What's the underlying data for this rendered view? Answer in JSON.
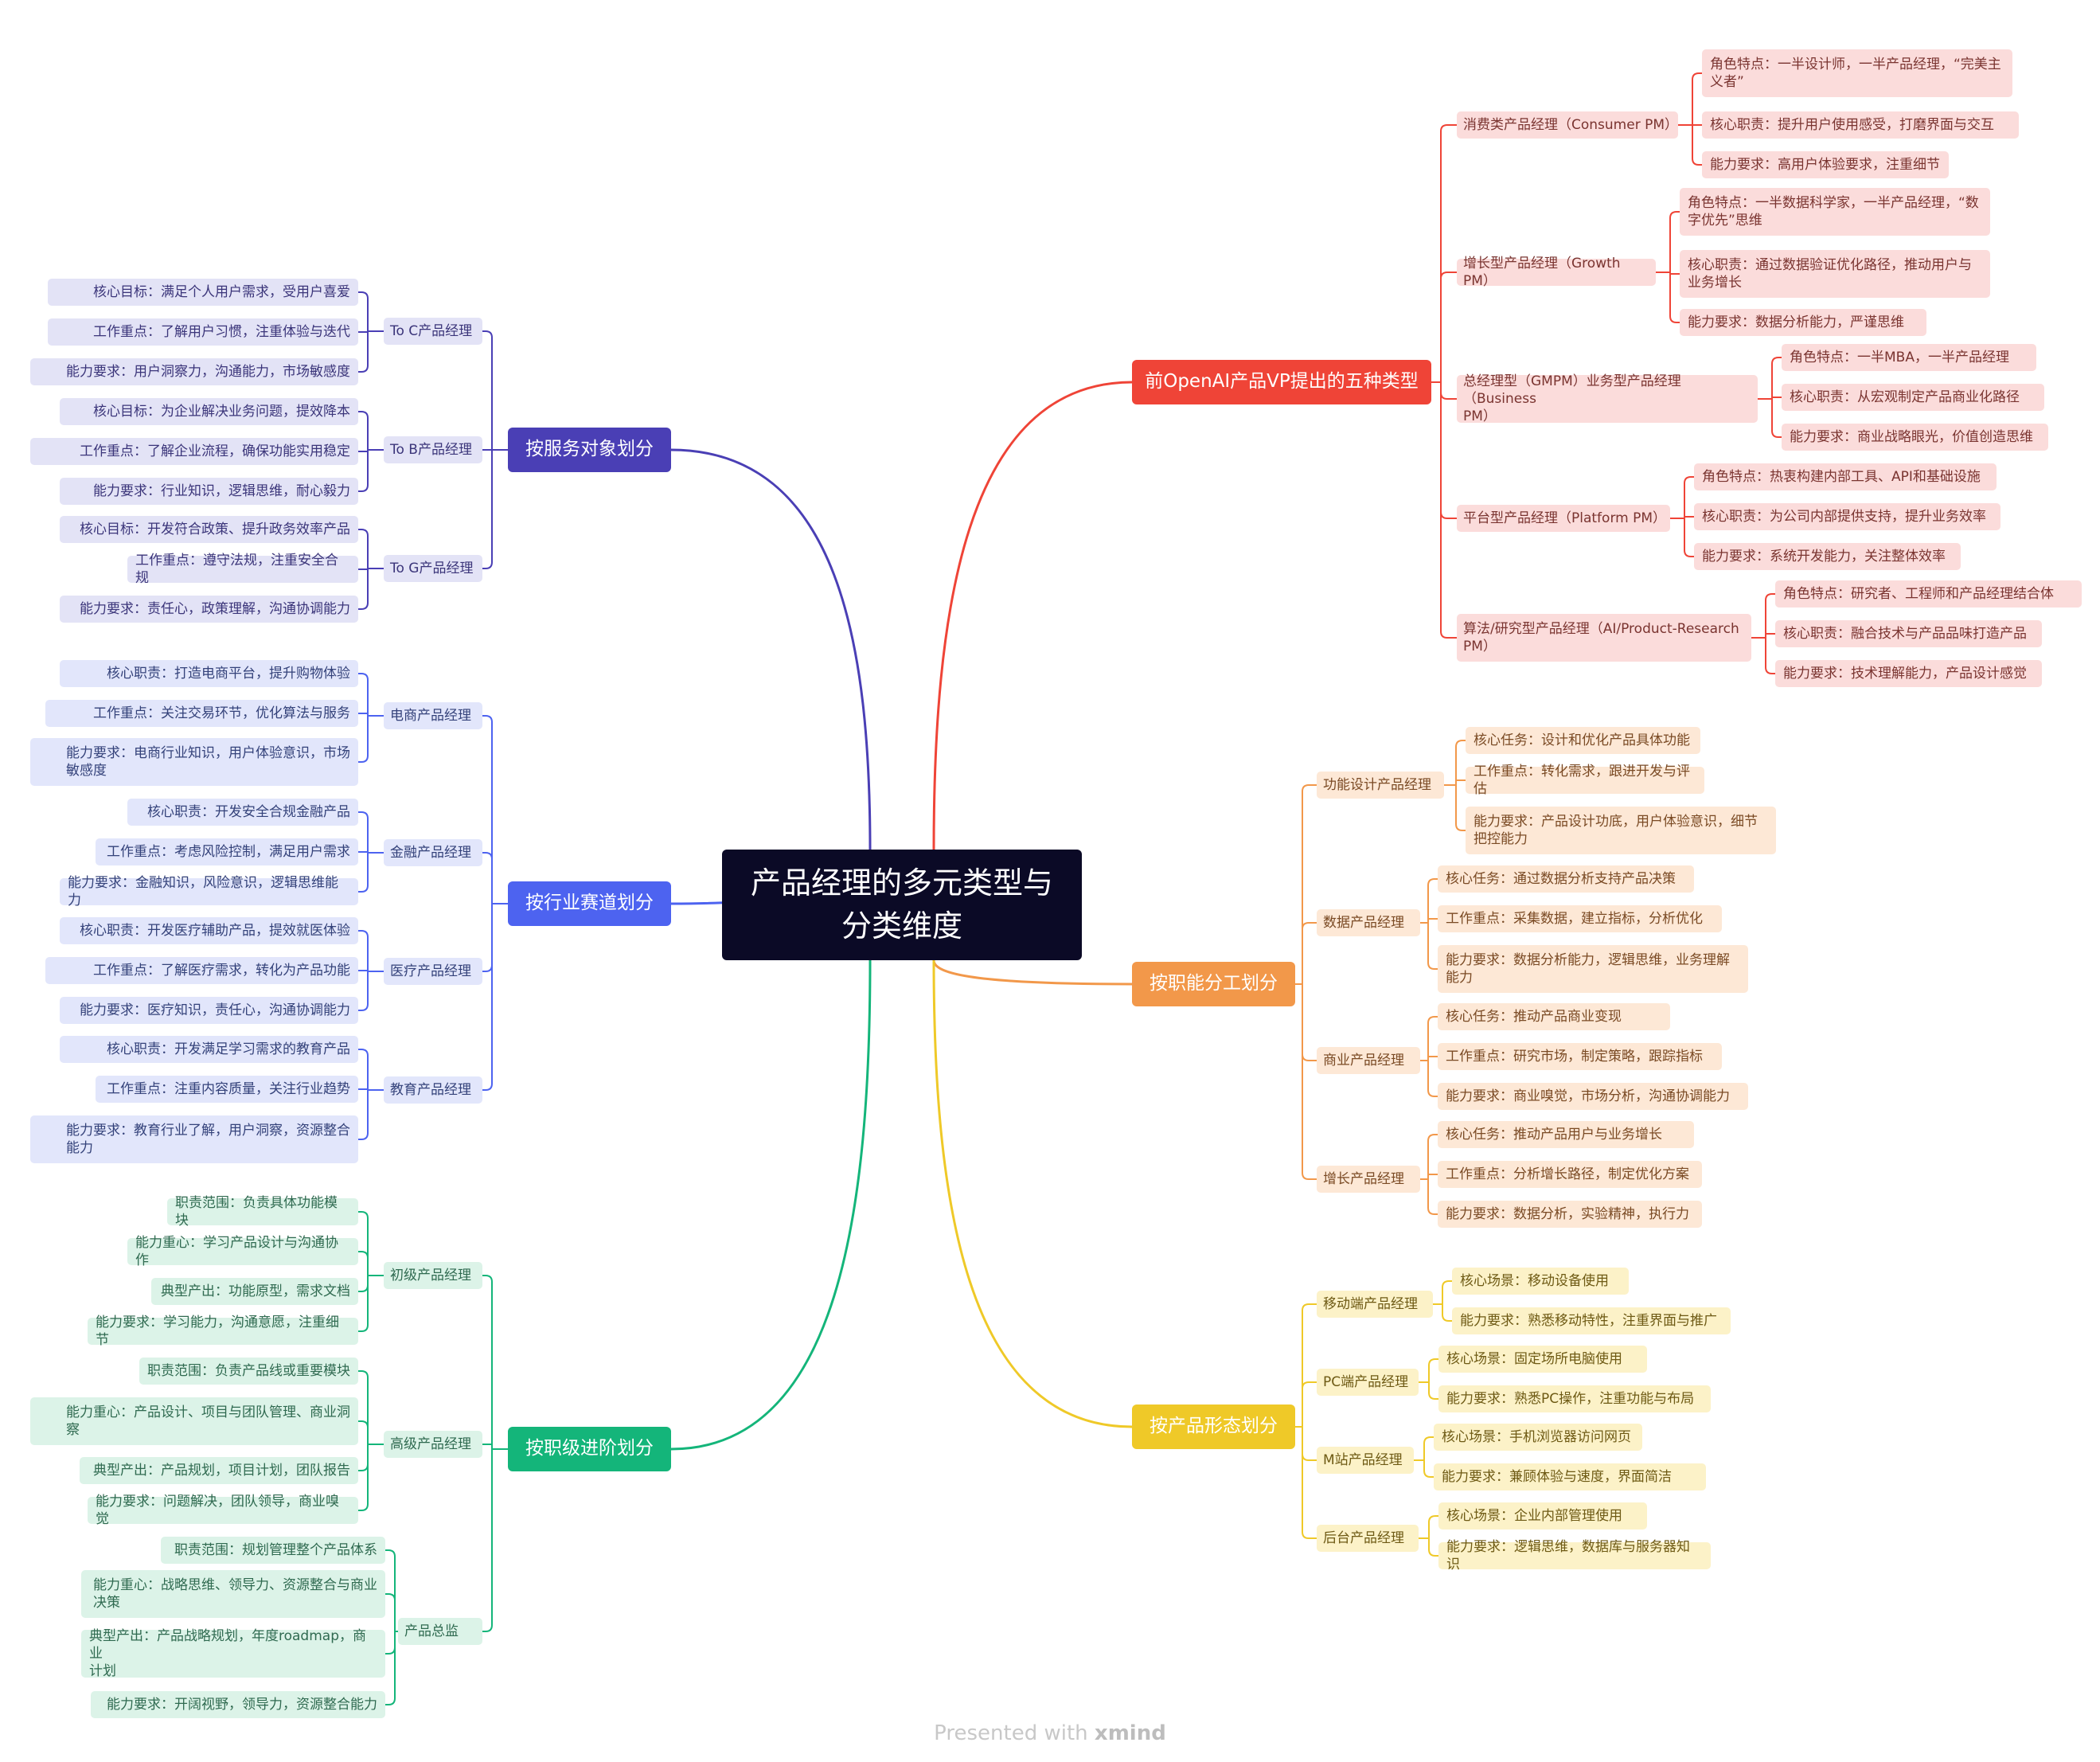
{
  "center": {
    "title": "产品经理的多元类型与分类维度"
  },
  "footer": {
    "text": "Presented with",
    "brand": "xmind"
  },
  "colors": {
    "purple": "#4a3fb5",
    "blue": "#4d63f0",
    "green": "#14b57a",
    "red": "#ef4437",
    "orange": "#f2984a",
    "yellow": "#efc928",
    "center": "#0b0a26"
  },
  "branches": [
    {
      "label": "按服务对象划分",
      "color": "#4a3fb5",
      "light": "#e3e3f6",
      "text": "#3b357a",
      "groups": [
        {
          "label": "To C产品经理",
          "items": [
            "核心目标：满足个人用户需求，受用户喜爱",
            "工作重点：了解用户习惯，注重体验与迭代",
            "能力要求：用户洞察力，沟通能力，市场敏感度"
          ]
        },
        {
          "label": "To B产品经理",
          "items": [
            "核心目标：为企业解决业务问题，提效降本",
            "工作重点：了解企业流程，确保功能实用稳定",
            "能力要求：行业知识，逻辑思维，耐心毅力"
          ]
        },
        {
          "label": "To G产品经理",
          "items": [
            "核心目标：开发符合政策、提升政务效率产品",
            "工作重点：遵守法规，注重安全合规",
            "能力要求：责任心，政策理解，沟通协调能力"
          ]
        }
      ]
    },
    {
      "label": "按行业赛道划分",
      "color": "#4d63f0",
      "light": "#e2e6fb",
      "text": "#34427a",
      "groups": [
        {
          "label": "电商产品经理",
          "items": [
            "核心职责：打造电商平台，提升购物体验",
            "工作重点：关注交易环节，优化算法与服务",
            "能力要求：电商行业知识，用户体验意识，市场\n敏感度"
          ]
        },
        {
          "label": "金融产品经理",
          "items": [
            "核心职责：开发安全合规金融产品",
            "工作重点：考虑风险控制，满足用户需求",
            "能力要求：金融知识，风险意识，逻辑思维能力"
          ]
        },
        {
          "label": "医疗产品经理",
          "items": [
            "核心职责：开发医疗辅助产品，提效就医体验",
            "工作重点：了解医疗需求，转化为产品功能",
            "能力要求：医疗知识，责任心，沟通协调能力"
          ]
        },
        {
          "label": "教育产品经理",
          "items": [
            "核心职责：开发满足学习需求的教育产品",
            "工作重点：注重内容质量，关注行业趋势",
            "能力要求：教育行业了解，用户洞察，资源整合\n能力"
          ]
        }
      ]
    },
    {
      "label": "按职级进阶划分",
      "color": "#14b57a",
      "light": "#dcf3e8",
      "text": "#2f6a50",
      "groups": [
        {
          "label": "初级产品经理",
          "items": [
            "职责范围：负责具体功能模块",
            "能力重心：学习产品设计与沟通协作",
            "典型产出：功能原型，需求文档",
            "能力要求：学习能力，沟通意愿，注重细节"
          ]
        },
        {
          "label": "高级产品经理",
          "items": [
            "职责范围：负责产品线或重要模块",
            "能力重心：产品设计、项目与团队管理、商业洞\n察",
            "典型产出：产品规划，项目计划，团队报告",
            "能力要求：问题解决，团队领导，商业嗅觉"
          ]
        },
        {
          "label": "产品总监",
          "items": [
            "职责范围：规划管理整个产品体系",
            "能力重心：战略思维、领导力、资源整合与商业\n决策",
            "典型产出：产品战略规划，年度roadmap，商业\n计划",
            "能力要求：开阔视野，领导力，资源整合能力"
          ]
        }
      ]
    },
    {
      "label": "前OpenAI产品VP提出的五种类型",
      "color": "#ef4437",
      "light": "#fbdcdb",
      "text": "#7a3430",
      "groups": [
        {
          "label": "消费类产品经理（Consumer PM）",
          "items": [
            "角色特点：一半设计师，一半产品经理，“完美主\n义者”",
            "核心职责：提升用户使用感受，打磨界面与交互",
            "能力要求：高用户体验要求，注重细节"
          ]
        },
        {
          "label": "增长型产品经理（Growth PM）",
          "items": [
            "角色特点：一半数据科学家，一半产品经理，“数\n字优先”思维",
            "核心职责：通过数据验证优化路径，推动用户与\n业务增长",
            "能力要求：数据分析能力，严谨思维"
          ]
        },
        {
          "label": "总经理型（GMPM）业务型产品经理（Business\nPM）",
          "items": [
            "角色特点：一半MBA，一半产品经理",
            "核心职责：从宏观制定产品商业化路径",
            "能力要求：商业战略眼光，价值创造思维"
          ]
        },
        {
          "label": "平台型产品经理（Platform PM）",
          "items": [
            "角色特点：热衷构建内部工具、API和基础设施",
            "核心职责：为公司内部提供支持，提升业务效率",
            "能力要求：系统开发能力，关注整体效率"
          ]
        },
        {
          "label": "算法/研究型产品经理（AI/Product-Research\nPM）",
          "items": [
            "角色特点：研究者、工程师和产品经理结合体",
            "核心职责：融合技术与产品品味打造产品",
            "能力要求：技术理解能力，产品设计感觉"
          ]
        }
      ]
    },
    {
      "label": "按职能分工划分",
      "color": "#f2984a",
      "light": "#fde8d6",
      "text": "#7a4a24",
      "groups": [
        {
          "label": "功能设计产品经理",
          "items": [
            "核心任务：设计和优化产品具体功能",
            "工作重点：转化需求，跟进开发与评估",
            "能力要求：产品设计功底，用户体验意识，细节\n把控能力"
          ]
        },
        {
          "label": "数据产品经理",
          "items": [
            "核心任务：通过数据分析支持产品决策",
            "工作重点：采集数据，建立指标，分析优化",
            "能力要求：数据分析能力，逻辑思维，业务理解\n能力"
          ]
        },
        {
          "label": "商业产品经理",
          "items": [
            "核心任务：推动产品商业变现",
            "工作重点：研究市场，制定策略，跟踪指标",
            "能力要求：商业嗅觉，市场分析，沟通协调能力"
          ]
        },
        {
          "label": "增长产品经理",
          "items": [
            "核心任务：推动产品用户与业务增长",
            "工作重点：分析增长路径，制定优化方案",
            "能力要求：数据分析，实验精神，执行力"
          ]
        }
      ]
    },
    {
      "label": "按产品形态划分",
      "color": "#efc928",
      "light": "#fcf2c8",
      "text": "#6e5a14",
      "groups": [
        {
          "label": "移动端产品经理",
          "items": [
            "核心场景：移动设备使用",
            "能力要求：熟悉移动特性，注重界面与推广"
          ]
        },
        {
          "label": "PC端产品经理",
          "items": [
            "核心场景：固定场所电脑使用",
            "能力要求：熟悉PC操作，注重功能与布局"
          ]
        },
        {
          "label": "M站产品经理",
          "items": [
            "核心场景：手机浏览器访问网页",
            "能力要求：兼顾体验与速度，界面简洁"
          ]
        },
        {
          "label": "后台产品经理",
          "items": [
            "核心场景：企业内部管理使用",
            "能力要求：逻辑思维，数据库与服务器知识"
          ]
        }
      ]
    }
  ]
}
